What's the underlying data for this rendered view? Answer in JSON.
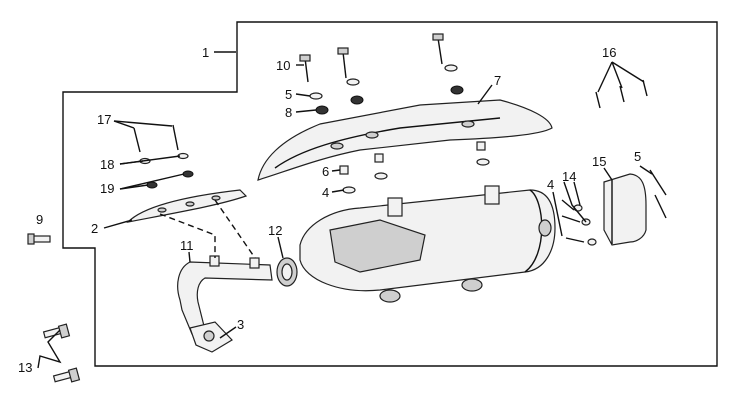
{
  "callouts": {
    "c1": "1",
    "c2": "2",
    "c3": "3",
    "c4a": "4",
    "c4b": "4",
    "c5a": "5",
    "c5b": "5",
    "c6": "6",
    "c7": "7",
    "c8": "8",
    "c9": "9",
    "c10": "10",
    "c11": "11",
    "c12": "12",
    "c13": "13",
    "c14": "14",
    "c15": "15",
    "c16": "16",
    "c17": "17",
    "c18": "18",
    "c19": "19"
  }
}
